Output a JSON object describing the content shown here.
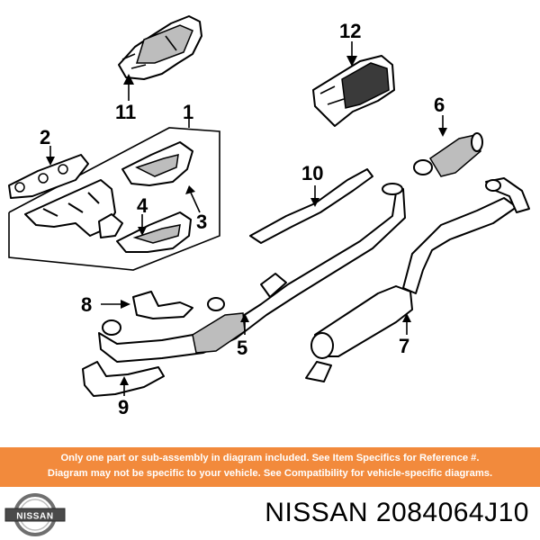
{
  "diagram": {
    "callouts": {
      "c1": "1",
      "c2": "2",
      "c3": "3",
      "c4": "4",
      "c5": "5",
      "c6": "6",
      "c7": "7",
      "c8": "8",
      "c9": "9",
      "c10": "10",
      "c11": "11",
      "c12": "12"
    }
  },
  "disclaimer": {
    "line1": "Only one part or sub-assembly in diagram included. See Item Specifics for Reference #.",
    "line2": "Diagram may not be specific to your vehicle. See Compatibility for vehicle-specific diagrams."
  },
  "brand": {
    "logo_text": "NISSAN",
    "part_number": "NISSAN 2084064J10"
  },
  "colors": {
    "banner": "#f28a3c",
    "banner_text": "#ffffff",
    "ink": "#000000"
  }
}
